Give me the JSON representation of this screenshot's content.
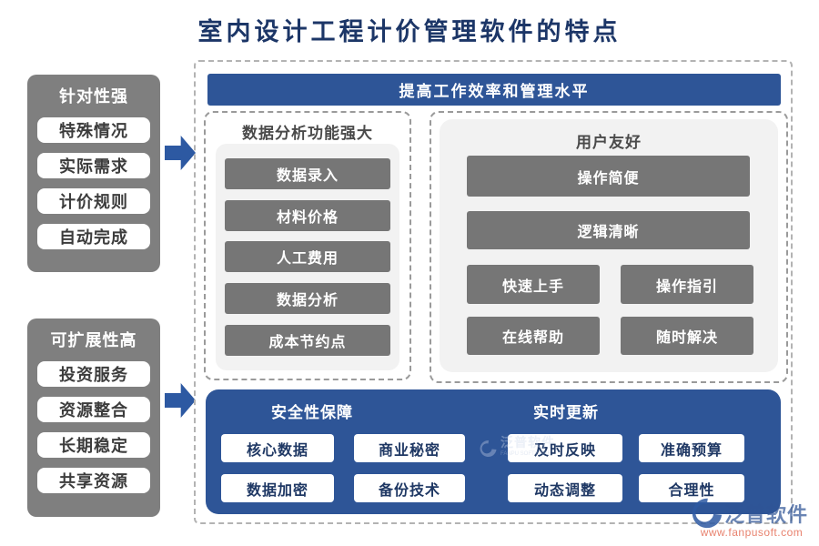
{
  "title": "室内设计工程计价管理软件的特点",
  "left_panels": [
    {
      "title": "针对性强",
      "items": [
        "特殊情况",
        "实际需求",
        "计价规则",
        "自动完成"
      ]
    },
    {
      "title": "可扩展性高",
      "items": [
        "投资服务",
        "资源整合",
        "长期稳定",
        "共享资源"
      ]
    }
  ],
  "main": {
    "banner": "提高工作效率和管理水平",
    "data_analysis": {
      "title": "数据分析功能强大",
      "items": [
        "数据录入",
        "材料价格",
        "人工费用",
        "数据分析",
        "成本节约点"
      ]
    },
    "user_friendly": {
      "title": "用户友好",
      "wide_items": [
        "操作简便",
        "逻辑清晰"
      ],
      "grid_items": [
        "快速上手",
        "操作指引",
        "在线帮助",
        "随时解决"
      ]
    },
    "bottom": {
      "groups": [
        {
          "title": "安全性保障",
          "items": [
            "核心数据",
            "商业秘密",
            "数据加密",
            "备份技术"
          ]
        },
        {
          "title": "实时更新",
          "items": [
            "及时反映",
            "准确预算",
            "动态调整",
            "合理性"
          ]
        }
      ]
    }
  },
  "watermark": {
    "text": "泛普软件",
    "subtext": "FANPU SOFTWARE"
  },
  "logo": {
    "brand": "泛普软件",
    "url": "www.fanpusoft.com"
  },
  "colors": {
    "accent_blue": "#2e5597",
    "arrow_blue": "#2d59a2",
    "panel_gray": "#7f7f7f",
    "button_gray": "#767676",
    "title_navy": "#1c3667",
    "logo_orange": "#e8826e"
  },
  "icons": [
    "right-arrow-icon",
    "swoosh-logo-icon",
    "watermark-swoosh-icon"
  ]
}
